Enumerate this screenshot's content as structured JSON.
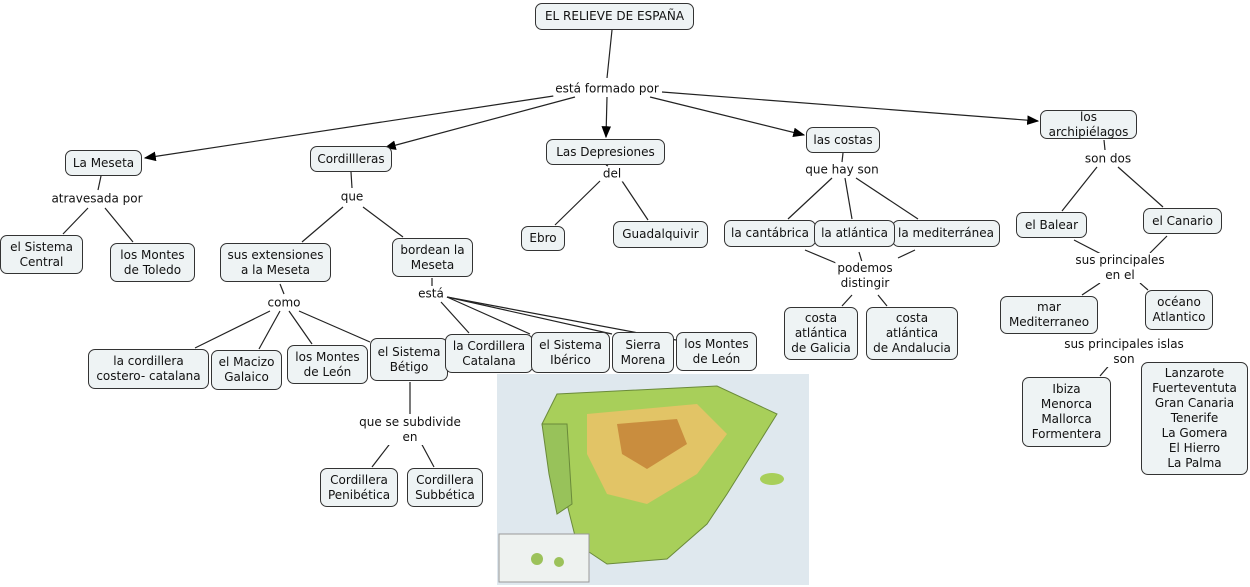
{
  "title": "EL RELIEVE DE ESPAÑA",
  "links": {
    "formado": "está formado por",
    "atravesada": "atravesada por",
    "que": "que",
    "como": "como",
    "esta": "está",
    "subdivide": "que se subdivide\nen",
    "del": "del",
    "que_hay": "que hay son",
    "podemos": "podemos\ndistingir",
    "son_dos": "son dos",
    "principales_en": "sus principales\nen el",
    "principales_islas": "sus principales islas\nson"
  },
  "nodes": {
    "meseta": "La Meseta",
    "cordilleras": "Cordillleras",
    "depresiones": "Las Depresiones",
    "costas": "las costas",
    "archipielagos": "los archipiélagos",
    "sistema_central": "el Sistema\nCentral",
    "montes_toledo": "los Montes\nde Toledo",
    "extensiones": "sus extensiones\na la Meseta",
    "bordean": "bordean la\nMeseta",
    "costero_catalana": "la cordillera\ncostero- catalana",
    "macizo_galaico": "el Macizo\nGalaico",
    "montes_leon_1": "los Montes\nde León",
    "sistema_betico": "el Sistema\nBétigo",
    "cordillera_catalana": "la Cordillera\nCatalana",
    "sistema_iberico": "el Sistema\nIbérico",
    "sierra_morena": "Sierra\nMorena",
    "montes_leon_2": "los Montes\nde León",
    "penibetica": "Cordillera\nPenibética",
    "subbetica": "Cordillera\nSubbética",
    "ebro": "Ebro",
    "guadalquivir": "Guadalquivir",
    "cantabrica": "la cantábrica",
    "atlantica": "la atlántica",
    "mediterranea": "la mediterránea",
    "galicia": "costa\natlántica\nde Galicia",
    "andalucia": "costa\natlántica\nde Andalucia",
    "balear": "el Balear",
    "canario": "el Canario",
    "mar_mediterraneo": "mar\nMediterraneo",
    "oceano_atlantico": "océano\nAtlantico",
    "islas_baleares": "Ibiza\nMenorca\nMallorca\nFormentera",
    "islas_canarias": "Lanzarote\nFuerteventuta\nGran Canaria\nTenerife\nLa Gomera\nEl Hierro\nLa Palma"
  },
  "colors": {
    "node_fill": "#eef3f4",
    "border": "#333333"
  }
}
